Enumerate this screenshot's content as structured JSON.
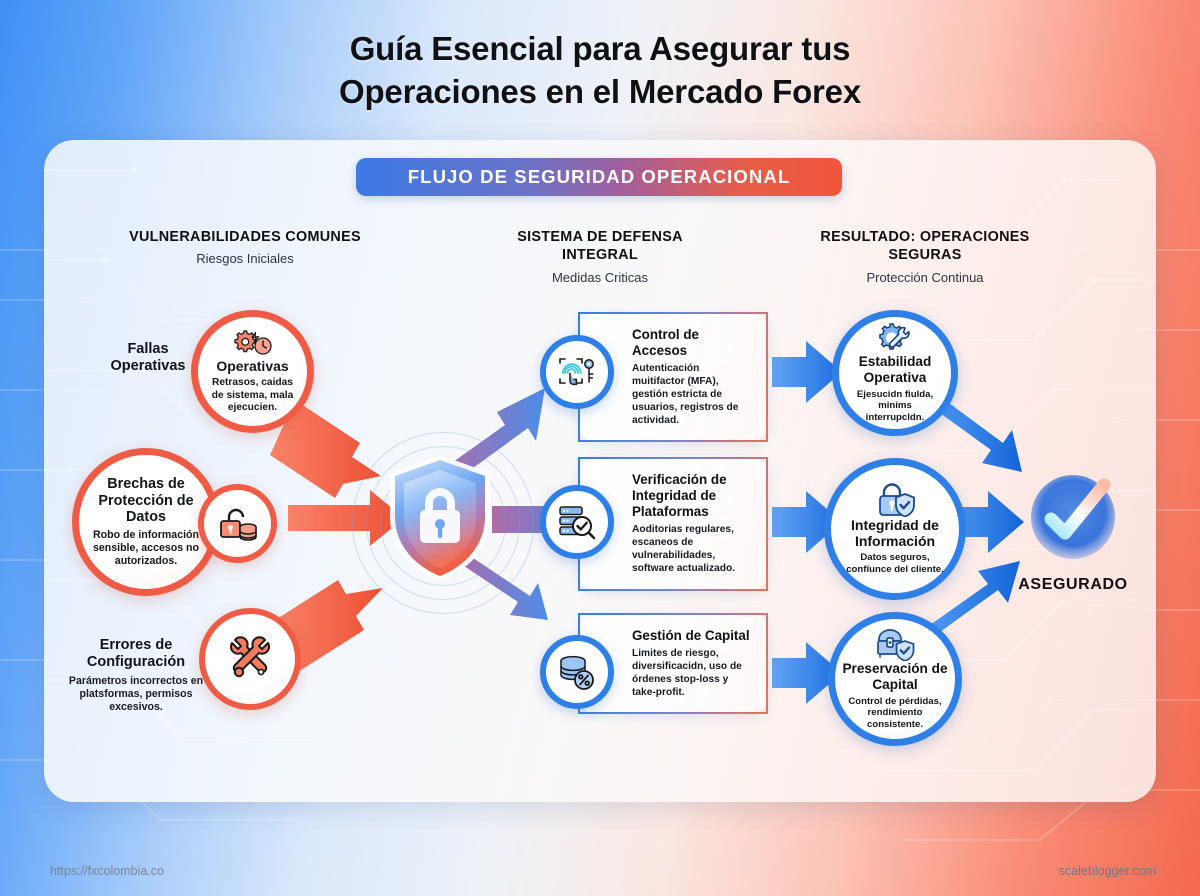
{
  "title": {
    "line1": "Guía Esencial para Asegurar tus",
    "line2": "Operaciones en el Mercado Forex"
  },
  "ribbon": {
    "label": "FLUJO DE SEGURIDAD OPERACIONAL"
  },
  "columns": {
    "left": {
      "heading": "VULNERABILIDADES COMUNES",
      "sub": "Riesgos Iniciales"
    },
    "mid": {
      "heading": "SISTEMA DE DEFENSA INTEGRAL",
      "sub": "Medidas Criticas"
    },
    "right": {
      "heading": "RESULTADO: OPERACIONES SEGURAS",
      "sub": "Protección Continua"
    }
  },
  "vulnerabilities": [
    {
      "ext_title": "Fallas Operativas",
      "ext_body": "",
      "circle_title": "Operativas",
      "circle_body": "Retrasos, caidas de sistema, mala ejecucien.",
      "icon": "gear-clock-icon"
    },
    {
      "ext_title": "",
      "ext_body": "",
      "circle_title": "Brechas de Protección de Datos",
      "circle_body": "Robo de información sensible, accesos no autorizados.",
      "icon": "unlocked-padlock-database-icon"
    },
    {
      "ext_title": "Errores de Configuración",
      "ext_body": "Parámetros incorrectos en platsformas, permisos excesivos.",
      "circle_title": "",
      "circle_body": "",
      "icon": "wrench-spanner-icon"
    }
  ],
  "shield": {
    "icon": "shield-padlock-icon"
  },
  "defenses": [
    {
      "title": "Control de Accesos",
      "body": "Autenticación muitifactor (MFA), gestión estricta de usuarios, registros de actividad.",
      "icon": "fingerprint-key-icon"
    },
    {
      "title": "Verificación de Integridad de Plataformas",
      "body": "Aoditorias regulares, escaneos de vulnerabilidades, software actualizado.",
      "icon": "server-magnifier-check-icon"
    },
    {
      "title": "Gestión de Capital",
      "body": "Limites de riesgo, diversificacidn, uso de órdenes stop-loss y take-profit.",
      "icon": "coin-stack-percent-icon"
    }
  ],
  "results": [
    {
      "title": "Estabilidad Operativa",
      "body": "Ejesucidn fiulda, minims interrupcldn.",
      "icon": "gear-wrench-icon"
    },
    {
      "title": "Integridad de Información",
      "body": "Datos seguros, confiunce del cliente.",
      "icon": "padlock-shield-check-icon"
    },
    {
      "title": "Preservación de Capital",
      "body": "Control de pérdidas, rendimiento consistente.",
      "icon": "treasure-chest-shield-icon"
    }
  ],
  "final": {
    "label": "ASEGURADO",
    "icon": "check-circle-icon"
  },
  "footer": {
    "left": "https://fxcolombia.co",
    "right": "scaleblogger.com"
  },
  "colors": {
    "risk_red": "#ef5b45",
    "defense_blue": "#2f7fe8",
    "ribbon_start": "#3c7ae4",
    "ribbon_end": "#f0563b",
    "title_text": "#101114"
  }
}
